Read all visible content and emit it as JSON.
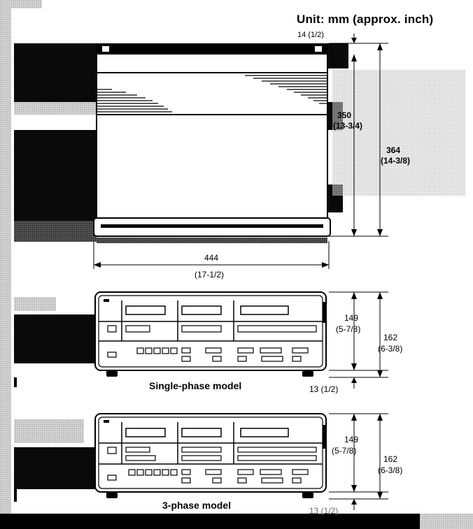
{
  "unit_label": "Unit: mm (approx. inch)",
  "top_view": {
    "top_offset": "14 (1/2)",
    "depth_inner_mm": "350",
    "depth_inner_in": "(13-3/4)",
    "depth_total_mm": "364",
    "depth_total_in": "(14-3/8)",
    "width_mm": "444",
    "width_in": "(17-1/2)"
  },
  "single_phase": {
    "caption": "Single-phase model",
    "height_inner_mm": "149",
    "height_inner_in": "(5-7/8)",
    "height_total_mm": "162",
    "height_total_in": "(6-3/8)",
    "foot_offset": "13 (1/2)"
  },
  "three_phase": {
    "caption": "3-phase model",
    "height_inner_mm": "149",
    "height_inner_in": "(5-7/8)",
    "height_total_mm": "162",
    "height_total_in": "(6-3/8)",
    "foot_offset": "13 (1/2)"
  }
}
